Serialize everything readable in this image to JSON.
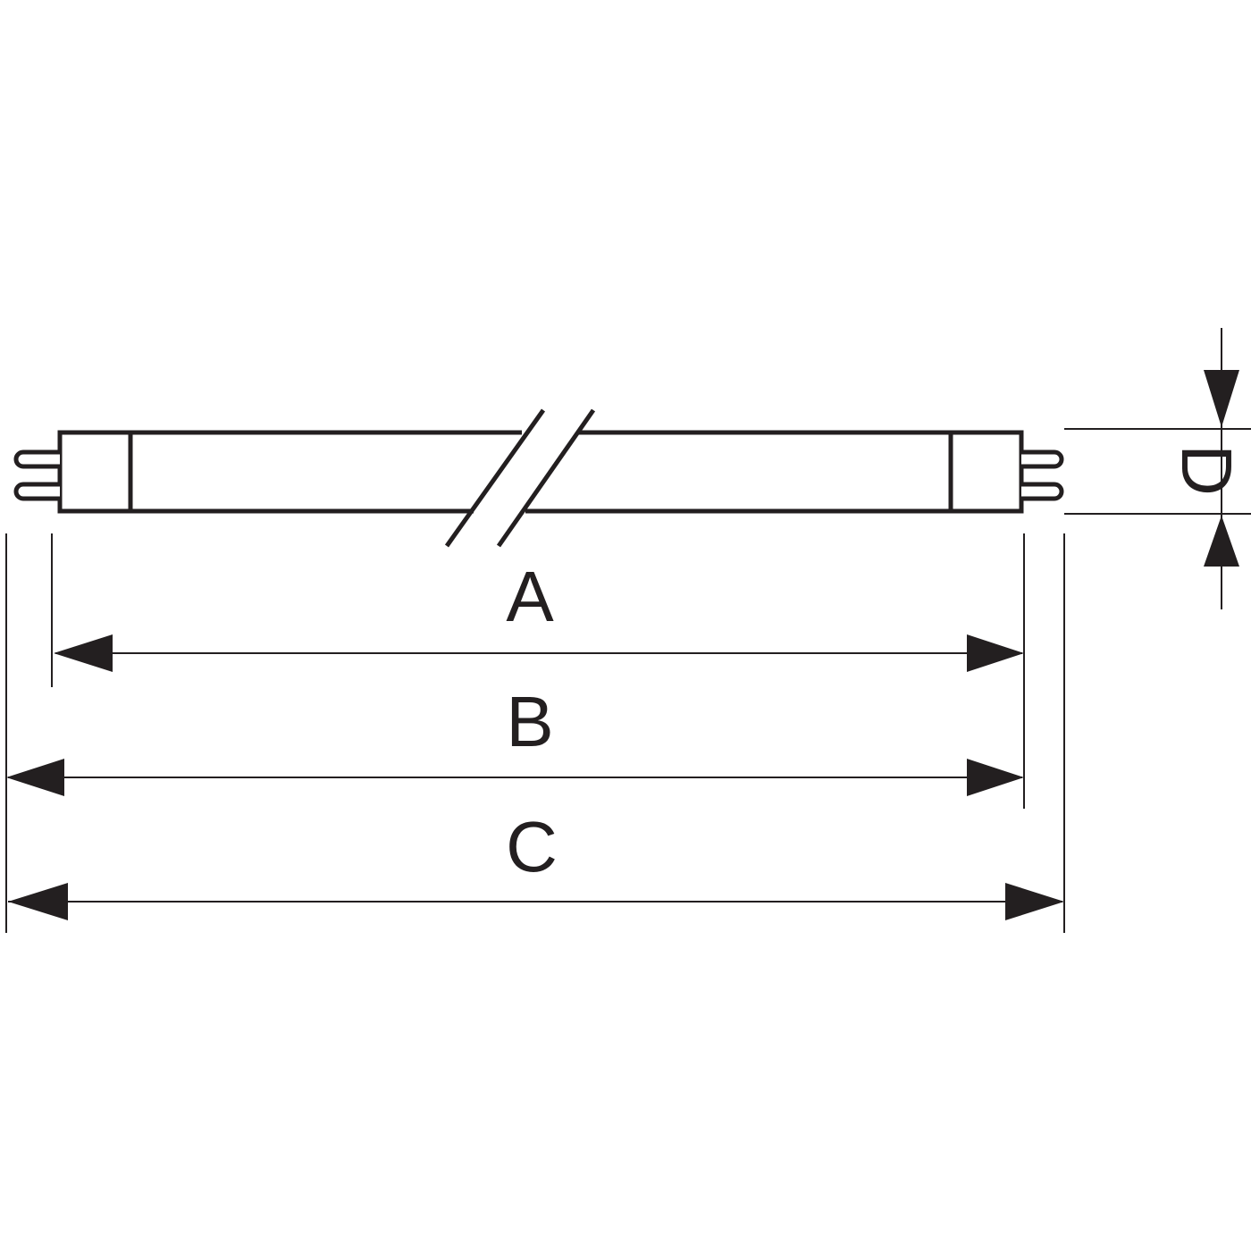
{
  "diagram": {
    "colors": {
      "stroke": "#231f20",
      "background": "#ffffff"
    },
    "dimensions": {
      "a_label": "A",
      "b_label": "B",
      "c_label": "C",
      "d_label": "D"
    }
  }
}
